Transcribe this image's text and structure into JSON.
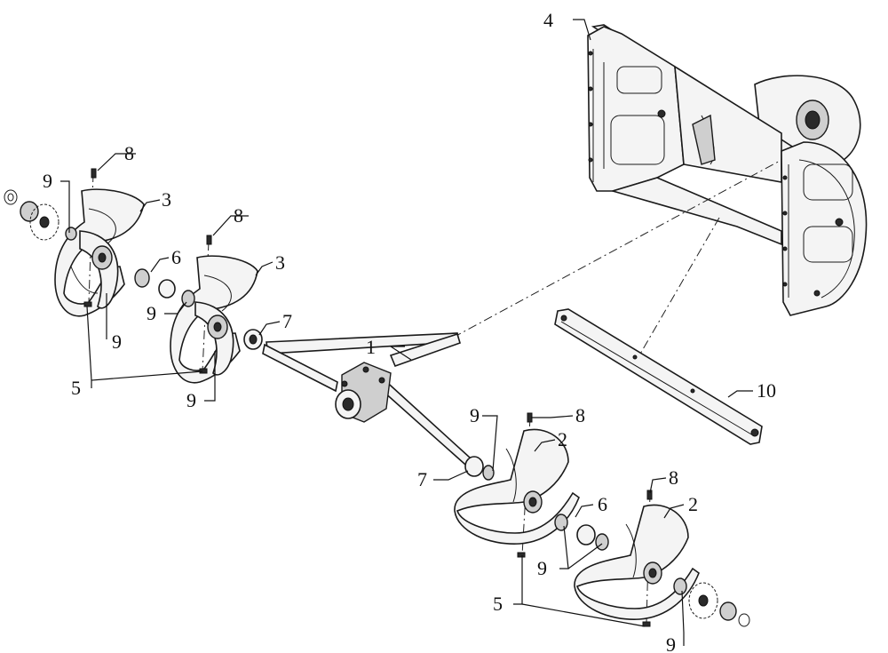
{
  "diagram": {
    "callouts": {
      "auger_shaft": "1",
      "auger_right_a": "2",
      "auger_right_b": "2",
      "auger_left_a": "3",
      "auger_left_b": "3",
      "housing": "4",
      "shear_pin_left": "5",
      "shear_pin_right": "5",
      "spacer_left": "6",
      "spacer_right": "6",
      "bushing_left": "7",
      "bushing_right": "7",
      "bolt_left_a": "8",
      "bolt_left_b": "8",
      "bolt_right_a": "8",
      "bolt_right_b": "8",
      "nut_left_top": "9",
      "nut_left_mid": "9",
      "nut_left_lower": "9",
      "nut_left_bottom": "9",
      "nut_right_top": "9",
      "nut_right_mid": "9",
      "nut_right_bottom": "9",
      "scraper_bar": "10"
    },
    "colors": {
      "line": "#1a1a1a",
      "fill_light": "#f4f4f4",
      "fill_mid": "#cfcfcf"
    }
  }
}
